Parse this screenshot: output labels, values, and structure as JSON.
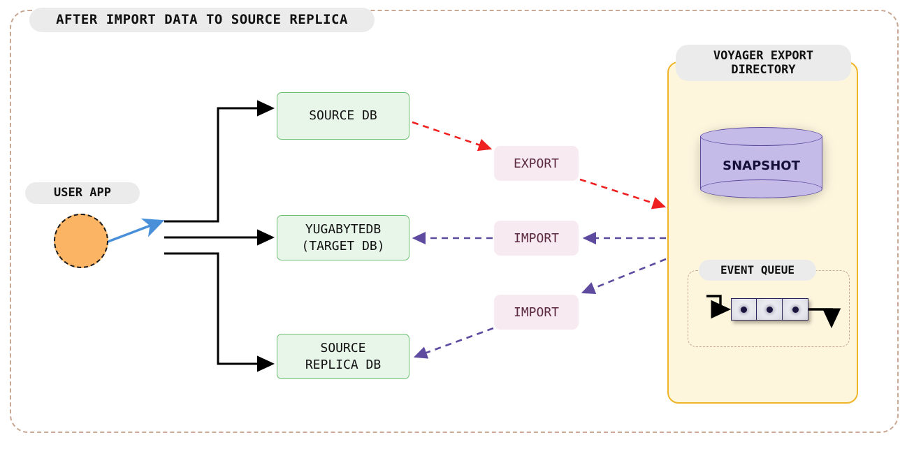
{
  "diagram": {
    "title": "AFTER IMPORT DATA TO SOURCE REPLICA",
    "colors": {
      "outer_frame_border": "#c9a894",
      "pill_background": "#ebebeb",
      "db_box_fill": "#e8f5e9",
      "db_box_border": "#6cbf73",
      "action_pill_fill": "#f7eaf1",
      "action_pill_text": "#5c2a40",
      "voyager_fill": "#fdf6dd",
      "voyager_border": "#f0b429",
      "snapshot_fill": "#c5bbe8",
      "snapshot_stroke": "#5b4a9e",
      "user_app_fill": "#fab464",
      "user_app_border": "#1a1a1a",
      "export_arrow": "#ef2020",
      "import_arrow": "#5e4ba0",
      "user_arrow": "#4a90d9",
      "flow_arrow": "#000000",
      "queue_cell_border": "#2b2356",
      "queue_dot": "#1c1540"
    }
  },
  "user_app": {
    "label": "USER APP"
  },
  "databases": [
    {
      "id": "source",
      "label": "SOURCE DB"
    },
    {
      "id": "target",
      "label": "YUGABYTEDB\n(TARGET DB)",
      "line1": "YUGABYTEDB",
      "line2": "(TARGET DB)"
    },
    {
      "id": "replica",
      "label": "SOURCE\nREPLICA DB",
      "line1": "SOURCE",
      "line2": "REPLICA DB"
    }
  ],
  "actions": [
    {
      "id": "export",
      "label": "EXPORT"
    },
    {
      "id": "import_1",
      "label": "IMPORT"
    },
    {
      "id": "import_2",
      "label": "IMPORT"
    }
  ],
  "voyager": {
    "title_line1": "VOYAGER EXPORT",
    "title_line2": "DIRECTORY",
    "snapshot_label": "SNAPSHOT",
    "event_queue_label": "EVENT QUEUE",
    "event_queue_cell_count": 3
  }
}
